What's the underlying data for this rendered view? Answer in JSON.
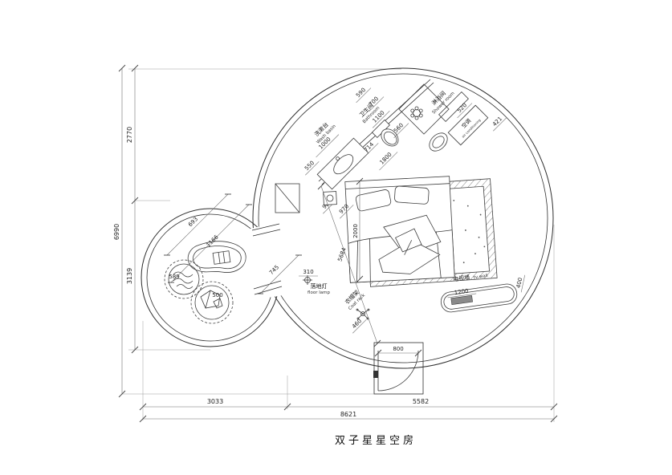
{
  "title": "双子星星空房",
  "line_color": "#2e2e2e",
  "fixtures": {
    "wash_basin": {
      "cn": "洗漱台",
      "en": "Wash basin"
    },
    "bathroom": {
      "cn": "卫生间",
      "en": "Bathroom"
    },
    "shower": {
      "cn": "淋浴间",
      "en": "Shower room"
    },
    "ac": {
      "cn": "空调",
      "en": "air conditioning"
    },
    "floor_lamp": {
      "cn": "落地灯",
      "en": "floor lamp"
    },
    "coat_rack": {
      "cn": "衣帽架",
      "en": "Coat rack"
    },
    "tv_wall": {
      "cn": "电视墙",
      "en": "tv wall"
    }
  },
  "dims": {
    "d6990": "6990",
    "d2770": "2770",
    "d3139": "3139",
    "d3033": "3033",
    "d5582": "5582",
    "d8621": "8621",
    "d590": "590",
    "d700": "700",
    "d1100": "1100",
    "d560": "560",
    "d520": "520",
    "d421": "421",
    "d714": "714",
    "d1000": "1000",
    "d550": "550",
    "d1800": "1800",
    "d2000": "2000",
    "d903": "903",
    "d970": "970",
    "d5684": "5684",
    "d745": "745",
    "d693": "693",
    "d1166": "1166",
    "d589": "589",
    "d500": "500",
    "d310": "310",
    "d460": "460",
    "d1200": "1200",
    "d400": "400",
    "d800": "800"
  }
}
